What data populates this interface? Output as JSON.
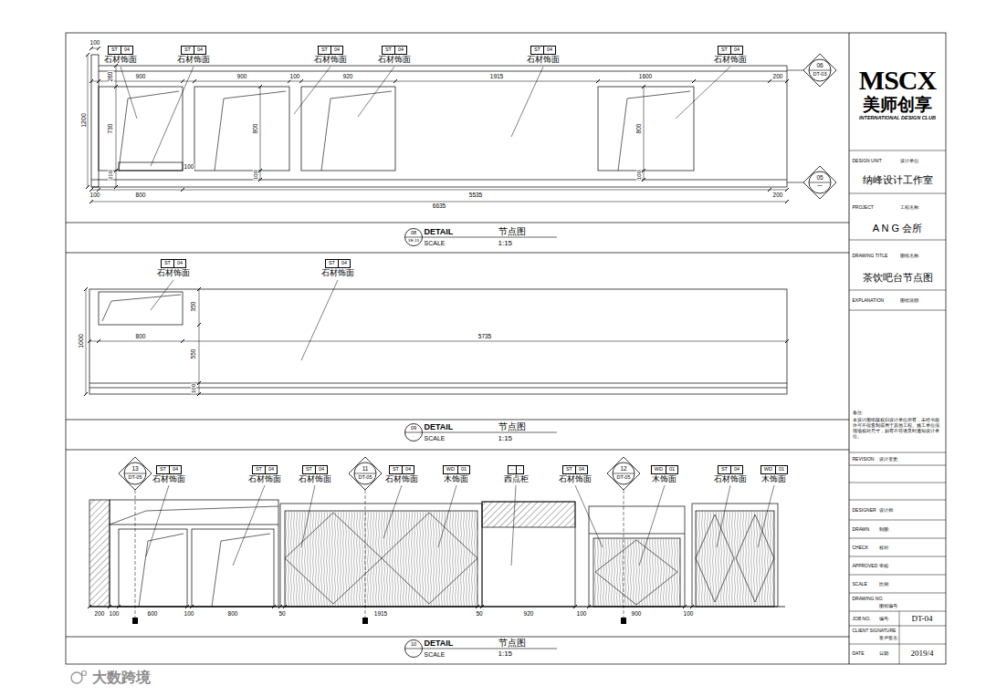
{
  "diagram": {
    "nodes": [
      {
        "text": [
          "06",
          "DT-03"
        ]
      },
      {
        "text": [
          "05",
          "一"
        ]
      },
      {
        "text": [
          "ST",
          "04",
          "石材饰面"
        ]
      },
      {
        "text": [
          "ST",
          "04",
          "石材饰面"
        ]
      },
      {
        "text": [
          "ST",
          "04",
          "石材饰面"
        ]
      },
      {
        "text": [
          "ST",
          "04",
          "石材饰面"
        ]
      },
      {
        "text": [
          "ST",
          "04",
          "石材饰面"
        ]
      },
      {
        "text": [
          "ST",
          "04",
          "石材饰面"
        ]
      },
      {
        "text": [
          "08",
          "XE-13"
        ]
      },
      {
        "text": [
          "ST",
          "04",
          "石材饰面"
        ]
      },
      {
        "text": [
          "ST",
          "04",
          "石材饰面"
        ]
      },
      {
        "text": [
          "09",
          "-"
        ]
      },
      {
        "text": [
          "13",
          "DT-05"
        ]
      },
      {
        "text": [
          "11",
          "DT-05"
        ]
      },
      {
        "text": [
          "12",
          "DT-05"
        ]
      },
      {
        "text": [
          "ST",
          "04",
          "石材饰面"
        ]
      },
      {
        "text": [
          "ST",
          "04",
          "石材饰面"
        ]
      },
      {
        "text": [
          "ST",
          "04",
          "石材饰面"
        ]
      },
      {
        "text": [
          "ST",
          "04",
          "石材饰面"
        ]
      },
      {
        "text": [
          "WD",
          "01",
          "木饰面"
        ]
      },
      {
        "text": [
          "-",
          "-",
          "西点柜"
        ]
      },
      {
        "text": [
          "ST",
          "04",
          "石材饰面"
        ]
      },
      {
        "text": [
          "WD",
          "01",
          "木饰面"
        ]
      },
      {
        "text": [
          "ST",
          "04",
          "石材饰面"
        ]
      },
      {
        "text": [
          "WD",
          "01",
          "木饰面"
        ]
      },
      {
        "text": [
          "10",
          "-"
        ]
      }
    ],
    "labels": [
      "100",
      "1200",
      "260",
      "730",
      "210",
      "900",
      "900",
      "100",
      "920",
      "1915",
      "1600",
      "200",
      "800",
      "100",
      "100",
      "800",
      "100",
      "100",
      "800",
      "5535",
      "200",
      "6635",
      "DETAIL",
      "SCALE",
      "节点图",
      "1:15",
      "1000",
      "350",
      "800",
      "5735",
      "550",
      "100",
      "DETAIL",
      "SCALE",
      "节点图",
      "1:15",
      "200",
      "100",
      "600",
      "100",
      "800",
      "50",
      "1915",
      "50",
      "920",
      "100",
      "900",
      "100",
      "DETAIL",
      "SCALE",
      "节点图",
      "1:15",
      "MSCX",
      "美师创享",
      "INTERNATIONAL DESIGN CLUB",
      "DESIGN UNIT",
      "设计单位:",
      "纳峰设计工作室",
      "PROJECT",
      "工程名称:",
      "A N G 会所",
      "DRAWING TITLE",
      "图纸名称:",
      "茶饮吧台节点图",
      "EXPLANATION",
      "图纸说明:",
      "备注:",
      "本设计图纸版权归设计单位所有，未经书面许可不得复制或用于其他工程。施工单位须现场核对尺寸，如有不符请及时通知设计单位。",
      "REVISION",
      "设计变更:",
      "DESIGNER",
      "设计师:",
      "DRAWN",
      "制图:",
      "CHECK",
      "校对:",
      "APPROVED",
      "审核:",
      "SCALE",
      "比例:",
      "DRAWING NO.",
      "图纸编号:",
      "JOB NO.",
      "编号:",
      "DT-04",
      "CLIENT SIGNATURE",
      "客户签名:",
      "DATE",
      "日期:",
      "2019/4",
      "大数跨境"
    ]
  }
}
